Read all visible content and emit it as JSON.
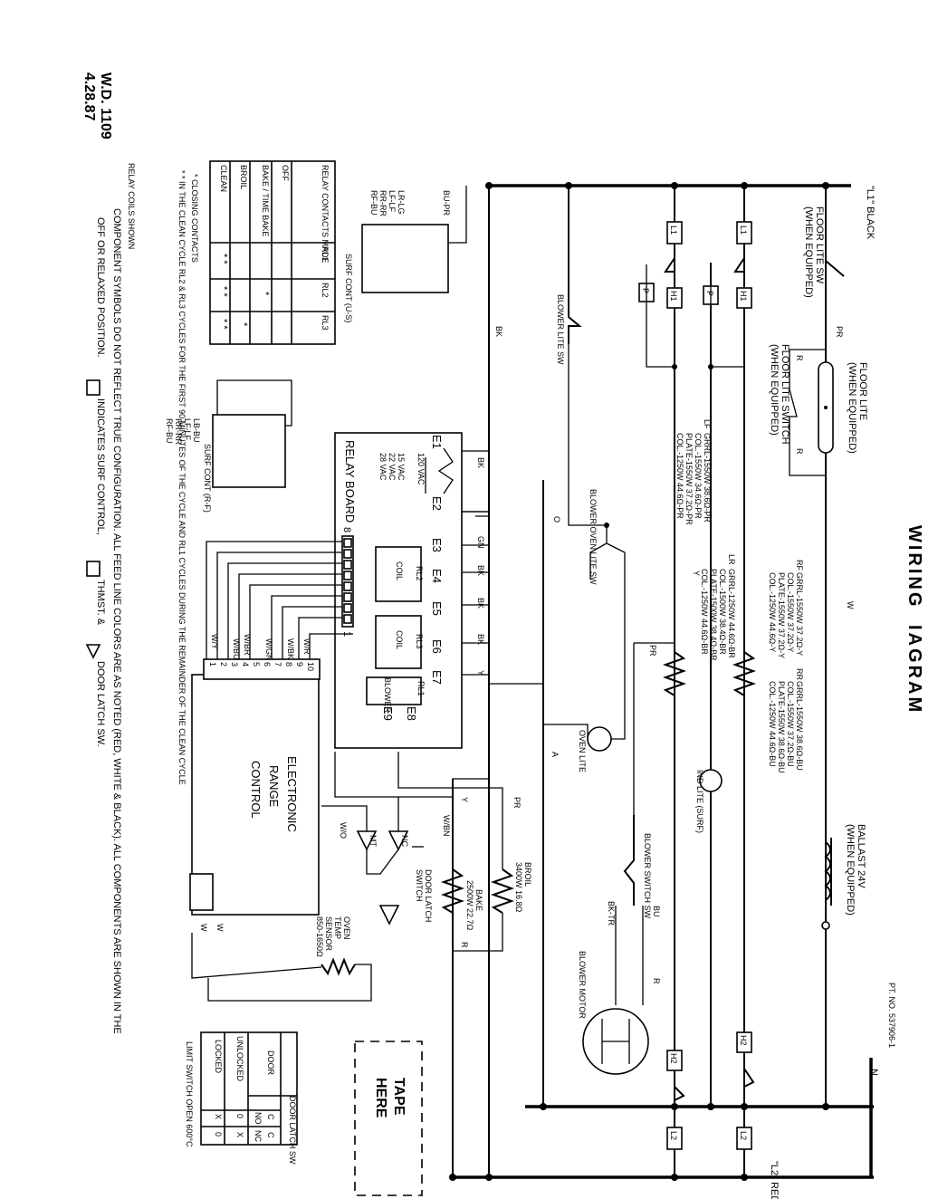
{
  "title": {
    "part1": "WIRING",
    "part2": "IAGRAM"
  },
  "drawing": {
    "number": "W.D. 1109",
    "date": "4.28.87"
  },
  "part_no": "PT. NO. 537906-1",
  "lines": {
    "l1": "\"L1\" BLACK",
    "l2": "\"L2\" RED",
    "l1_tag": "L1",
    "l2_tag": "L2",
    "w": "W",
    "n": "N"
  },
  "floor_lite": {
    "lamp": "FLOOR LITE",
    "lamp_note": "(WHEN EQUIPPED)",
    "switch": "FLOOR LITE SWITCH",
    "switch_note": "(WHEN EQUIPPED)",
    "sw": "FLOOR LITE SW",
    "sw_note": "(WHEN EQUIPPED)",
    "pr": "PR",
    "r": "R"
  },
  "ballast": {
    "label": "BALLAST 24V",
    "note": "(WHEN EQUIPPED)"
  },
  "elements": {
    "lf_title": "LF",
    "lf_lines": [
      "GRRL-1550W 38.6Ω-PR",
      "COL.-1550W 34.6Ω-PR",
      "PLATE-1550W 37.2Ω-PR",
      "COL.-1250W 44.6Ω-PR"
    ],
    "lr_title": "LR",
    "lr_lines": [
      "GRRL-1250W 44.6Ω-BR",
      "COL.-1500W 38.4Ω-BR",
      "PLATE-1500W 38.4Ω-BR",
      "COL.-1250W 44.6Ω-BR"
    ],
    "rf_title": "RF",
    "rf_lines": [
      "GRRL-1550W 37.2Ω-Y",
      "COL.-1550W 37.2Ω-Y",
      "PLATE-1550W 37.2Ω-Y",
      "COL.-1250W 44.6Ω-Y"
    ],
    "rr_title": "RR",
    "rr_lines": [
      "GRRL-1550W 38.6Ω-BU",
      "COL.-1550W 37.2Ω-BU",
      "PLATE-1550W 38.6Ω-BU",
      "COL.-1250W 44.6Ω-BU"
    ]
  },
  "indicators": {
    "ind_lite": "IND LITE (SURF)",
    "oven_lite": "OVEN LITE",
    "blower_oven_lite_sw": "BLOWER OVEN LITE SW",
    "blower_lt_sw": "BLOWER LITE SW"
  },
  "blower": {
    "switch": "BLOWER SWITCH SW",
    "motor": "BLOWER MOTOR",
    "bk_tr": "BK-TR"
  },
  "relay_board": {
    "label": "RELAY BOARD",
    "terminals": [
      "E1",
      "E2",
      "E3",
      "E4",
      "E5",
      "E6",
      "E7",
      "E8",
      "E9"
    ],
    "relays": [
      "RL1",
      "RL2",
      "RL3"
    ],
    "coil": "COIL",
    "blower_coil": "BLOWER",
    "pins": [
      "8",
      "1"
    ],
    "transformer": [
      "120 VAC",
      "15 VAC",
      "22 VAC",
      "28 VAC"
    ]
  },
  "control": {
    "line1": "ELECTRONIC",
    "line2": "RANGE",
    "line3": "CONTROL",
    "pins": [
      "1",
      "2",
      "3",
      "4",
      "5",
      "6",
      "7",
      "8",
      "9",
      "10"
    ]
  },
  "wires": {
    "w_bk": "W/BK",
    "w_r": "W/R",
    "w_bn": "W/BN",
    "w_br": "W/BR",
    "w_bu": "W/BU",
    "w_y": "W/Y",
    "w_gn": "W/GN",
    "w_o": "W/O",
    "bk": "BK",
    "w": "W",
    "y": "Y",
    "r": "R",
    "pr": "PR",
    "bu": "BU",
    "gn": "GN",
    "o": "O",
    "bu_pr": "BU-PR",
    "br": "BR",
    "a": "A",
    "p": "P",
    "h1": "H1",
    "h2": "H2"
  },
  "door_latch": {
    "label": "DOOR LATCH",
    "label2": "SWITCH",
    "sw1": "MT",
    "sw2": "NC"
  },
  "oven_sensor": {
    "line1": "OVEN",
    "line2": "TEMP",
    "line3": "SENSOR",
    "line4": "850-1650Ω"
  },
  "broil": {
    "line1": "BROIL",
    "line2": "3400W 16.8Ω"
  },
  "bake": {
    "line1": "BAKE",
    "line2": "2500W 22.7Ω"
  },
  "surface_controls": {
    "upper": "SURF CONT (U-S)",
    "lower": "SURF CONT (R-F)",
    "upper_wires": [
      "LR-LG",
      "LF-LF",
      "RR-RR",
      "RF-BU"
    ],
    "lower_wires": [
      "LB-BU",
      "LF-LF",
      "RR-RR",
      "RF-BU"
    ]
  },
  "relay_table": {
    "title": "RELAY CONTACTS MADE",
    "col_rl1": "RL1",
    "col_rl2": "RL2",
    "col_rl3": "RL3",
    "rows": [
      {
        "label": "OFF",
        "rl1": "",
        "rl2": "",
        "rl3": ""
      },
      {
        "label": "BAKE / TIME BAKE",
        "rl1": "",
        "rl2": "*",
        "rl3": ""
      },
      {
        "label": "BROIL",
        "rl1": "",
        "rl2": "",
        "rl3": "*"
      },
      {
        "label": "CLEAN",
        "rl1": "* *",
        "rl2": "* *",
        "rl3": "* *"
      }
    ],
    "legend1": "* CLOSING CONTACTS",
    "legend2": "* * IN THE CLEAN CYCLE RL2 & RL3 CYCLES FOR THE FIRST 90 MINUTES OF THE CYCLE AND RL1 CYCLES DURING THE REMAINDER OF THE CLEAN CYCLE"
  },
  "notes": {
    "line1": "RELAY COILS SHOWN",
    "line2": "COMPONENT SYMBOLS DO NOT REFLECT TRUE CONFIGURATION. ALL FEED LINE COLORS ARE AS NOTED (RED, WHITE & BLACK). ALL COMPONENTS ARE SHOWN IN THE",
    "line3": "OFF OR RELAXED POSITION.",
    "line3b": "INDICATES SURF CONTROL,",
    "line3c": "THMST. &",
    "line3d": "DOOR LATCH SW."
  },
  "tape": {
    "line1": "TAPE",
    "line2": "HERE"
  },
  "door_table": {
    "title": "DOOR LATCH SW",
    "header": "DOOR",
    "c_col": "C",
    "c_col2": "C",
    "no": "NO",
    "nc": "NC",
    "rows": [
      {
        "label": "UNLOCKED",
        "v1": "0",
        "v2": "X"
      },
      {
        "label": "LOCKED",
        "v1": "X",
        "v2": "0"
      }
    ],
    "note": "LIMIT SWITCH OPEN 600°C"
  }
}
